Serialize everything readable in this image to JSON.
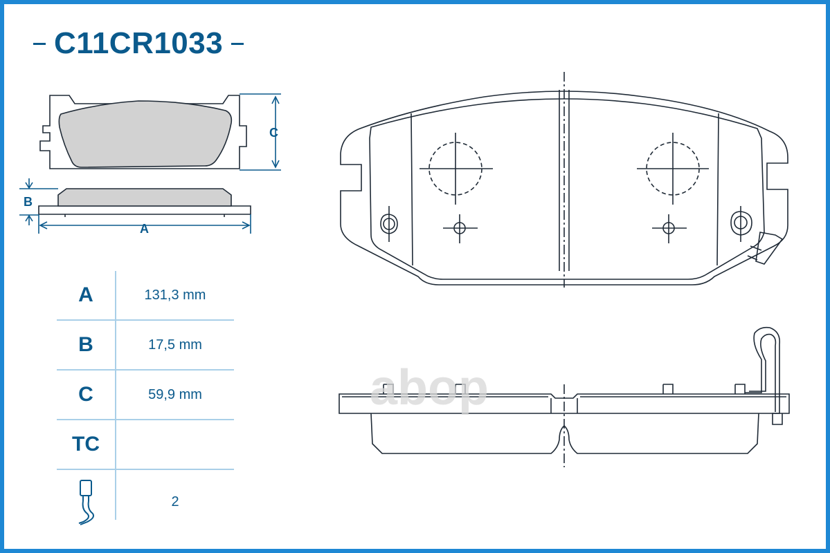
{
  "title": {
    "code": "C11CR1033"
  },
  "small_diagram": {
    "label_a": "A",
    "label_b": "B",
    "label_c": "C"
  },
  "specs": [
    {
      "label": "A",
      "value": "131,3 mm"
    },
    {
      "label": "B",
      "value": "17,5 mm"
    },
    {
      "label": "C",
      "value": "59,9 mm"
    },
    {
      "label": "TC",
      "value": ""
    },
    {
      "label": "",
      "value": "2",
      "icon": "wear-sensor-icon"
    }
  ],
  "watermark": "abop",
  "colors": {
    "frame": "#1e88d4",
    "text": "#0b5a8c",
    "line": "#1f2a36",
    "pad_fill": "#d2d2d2"
  }
}
